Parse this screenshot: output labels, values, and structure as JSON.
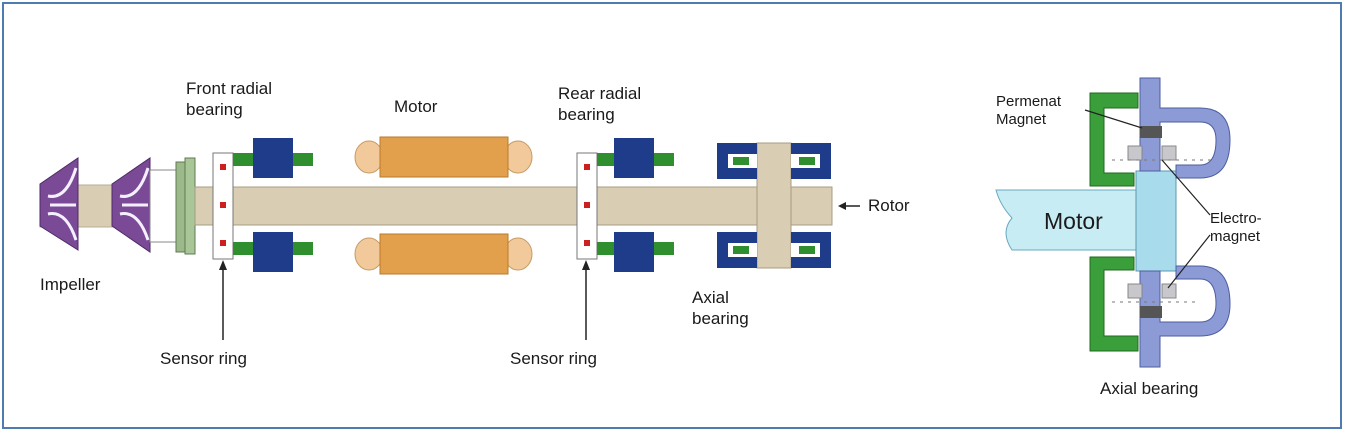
{
  "labels": {
    "front_radial_bearing": "Front radial\nbearing",
    "motor": "Motor",
    "rear_radial_bearing": "Rear radial\nbearing",
    "rotor": "Rotor",
    "impeller": "Impeller",
    "axial_bearing": "Axial\nbearing",
    "sensor_ring_front": "Sensor ring",
    "sensor_ring_rear": "Sensor ring",
    "permanent_magnet": "Permenat\nMagnet",
    "electro_magnet": "Electro-\nmagnet",
    "motor_detail": "Motor",
    "axial_bearing_detail": "Axial bearing"
  },
  "colors": {
    "frame_border": "#4e7bb0",
    "shaft": "#d9cdb4",
    "impeller": "#7a4a96",
    "radial_bearing": "#1f3c8a",
    "bearing_pin": "#2f8f2f",
    "motor_core": "#e2a04c",
    "motor_coil": "#f2c99a",
    "sensor_dot": "#cc1f1f",
    "axial_bearing": "#1f3c8a",
    "detail_green": "#3a9e3a",
    "detail_blue": "#8c9ad6",
    "detail_light_blue": "#aee0ee"
  }
}
